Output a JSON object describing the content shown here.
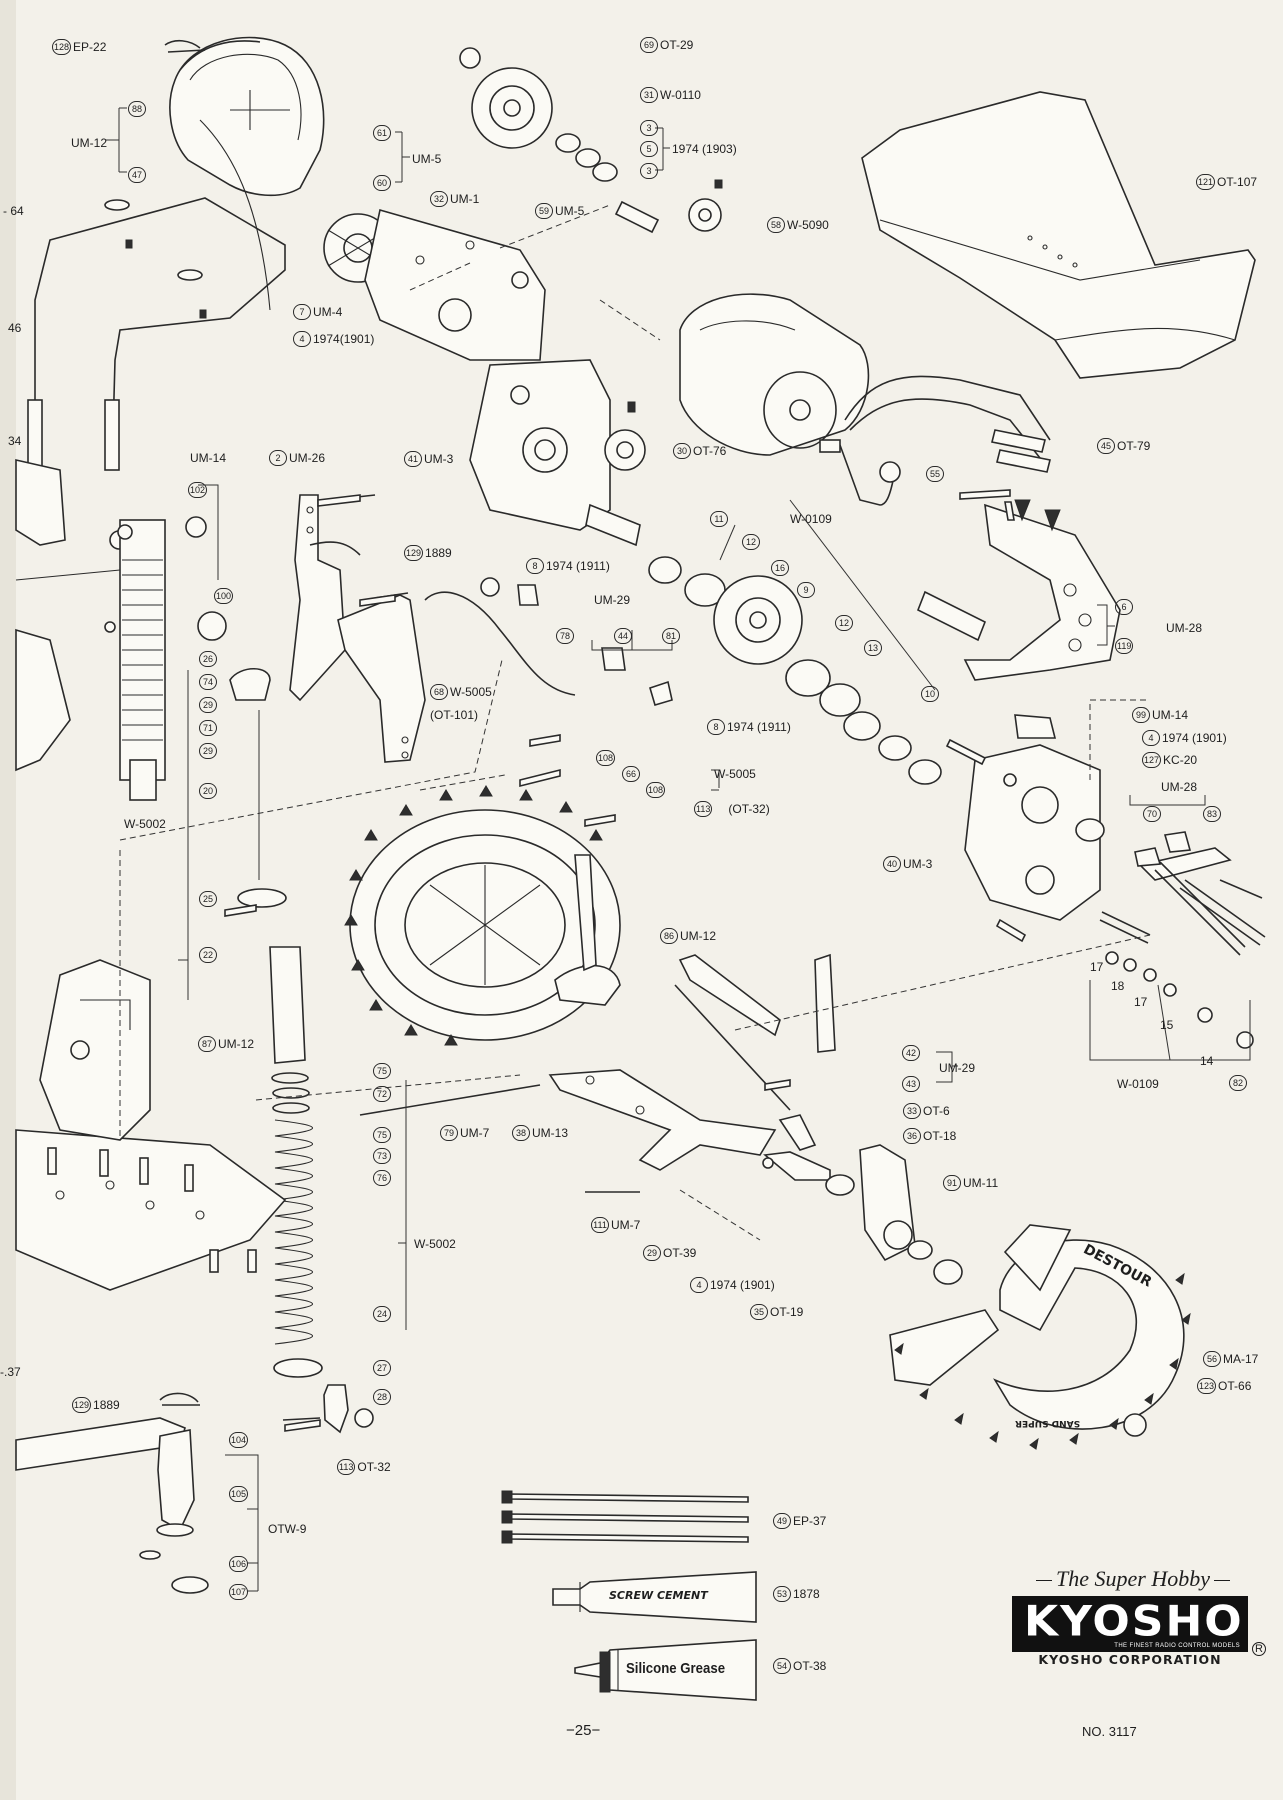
{
  "callouts": [
    {
      "id": "c1",
      "num": "128",
      "code": "EP-22"
    },
    {
      "id": "c2",
      "num": "69",
      "code": "OT-29"
    },
    {
      "id": "c3",
      "num": "31",
      "code": "W-0110"
    },
    {
      "id": "c4",
      "num": "3",
      "code": ""
    },
    {
      "id": "c5",
      "num": "5",
      "code": "1974 (1903)"
    },
    {
      "id": "c6",
      "num": "3",
      "code": ""
    },
    {
      "id": "c7",
      "num": "88",
      "code": ""
    },
    {
      "id": "c8",
      "num": "",
      "code": "UM-12"
    },
    {
      "id": "c9",
      "num": "47",
      "code": ""
    },
    {
      "id": "c10",
      "num": "61",
      "code": ""
    },
    {
      "id": "c11",
      "num": "",
      "code": "UM-5"
    },
    {
      "id": "c12",
      "num": "60",
      "code": ""
    },
    {
      "id": "c13",
      "num": "121",
      "code": "OT-107"
    },
    {
      "id": "c14",
      "num": "32",
      "code": "UM-1"
    },
    {
      "id": "c15",
      "num": "59",
      "code": "UM-5"
    },
    {
      "id": "c16",
      "num": "58",
      "code": "W-5090"
    },
    {
      "id": "c17",
      "num": "",
      "code": "- 64"
    },
    {
      "id": "c18",
      "num": "",
      "code": "46"
    },
    {
      "id": "c19",
      "num": "7",
      "code": "UM-4"
    },
    {
      "id": "c20",
      "num": "4",
      "code": "1974(1901)"
    },
    {
      "id": "c21",
      "num": "",
      "code": "34"
    },
    {
      "id": "c22",
      "num": "45",
      "code": "OT-79"
    },
    {
      "id": "c23",
      "num": "",
      "code": "UM-14"
    },
    {
      "id": "c24",
      "num": "2",
      "code": "UM-26"
    },
    {
      "id": "c25",
      "num": "41",
      "code": "UM-3"
    },
    {
      "id": "c26",
      "num": "30",
      "code": "OT-76"
    },
    {
      "id": "c27",
      "num": "55",
      "code": ""
    },
    {
      "id": "c28",
      "num": "102",
      "code": ""
    },
    {
      "id": "c29",
      "num": "11",
      "code": "W-0109"
    },
    {
      "id": "c30",
      "num": "129",
      "code": "1889"
    },
    {
      "id": "c31",
      "num": "8",
      "code": "1974 (1911)"
    },
    {
      "id": "c32",
      "num": "12",
      "code": ""
    },
    {
      "id": "c33",
      "num": "16",
      "code": ""
    },
    {
      "id": "c34",
      "num": "9",
      "code": ""
    },
    {
      "id": "c35",
      "num": "100",
      "code": ""
    },
    {
      "id": "c36",
      "num": "",
      "code": "UM-29"
    },
    {
      "id": "c37",
      "num": "78",
      "code": ""
    },
    {
      "id": "c38",
      "num": "44",
      "code": ""
    },
    {
      "id": "c39",
      "num": "81",
      "code": ""
    },
    {
      "id": "c40",
      "num": "6",
      "code": ""
    },
    {
      "id": "c41",
      "num": "",
      "code": "UM-28"
    },
    {
      "id": "c42",
      "num": "119",
      "code": ""
    },
    {
      "id": "c43",
      "num": "12",
      "code": ""
    },
    {
      "id": "c44",
      "num": "13",
      "code": ""
    },
    {
      "id": "c45",
      "num": "26",
      "code": ""
    },
    {
      "id": "c46",
      "num": "74",
      "code": ""
    },
    {
      "id": "c47",
      "num": "29",
      "code": ""
    },
    {
      "id": "c48",
      "num": "71",
      "code": ""
    },
    {
      "id": "c49",
      "num": "29",
      "code": ""
    },
    {
      "id": "c50",
      "num": "68",
      "code": "W-5005"
    },
    {
      "id": "c51",
      "num": "",
      "code": "(OT-101)"
    },
    {
      "id": "c52",
      "num": "10",
      "code": ""
    },
    {
      "id": "c53",
      "num": "8",
      "code": "1974 (1911)"
    },
    {
      "id": "c54",
      "num": "99",
      "code": "UM-14"
    },
    {
      "id": "c55",
      "num": "4",
      "code": "1974 (1901)"
    },
    {
      "id": "c56",
      "num": "127",
      "code": "KC-20"
    },
    {
      "id": "c57",
      "num": "20",
      "code": ""
    },
    {
      "id": "c58",
      "num": "108",
      "code": ""
    },
    {
      "id": "c59",
      "num": "66",
      "code": "W-5005"
    },
    {
      "id": "c60",
      "num": "108",
      "code": ""
    },
    {
      "id": "c61",
      "num": "113",
      "code": "(OT-32)"
    },
    {
      "id": "c62",
      "num": "",
      "code": "UM-28"
    },
    {
      "id": "c63",
      "num": "70",
      "code": ""
    },
    {
      "id": "c64",
      "num": "83",
      "code": ""
    },
    {
      "id": "c65",
      "num": "",
      "code": "W-5002"
    },
    {
      "id": "c66",
      "num": "40",
      "code": "UM-3"
    },
    {
      "id": "c67",
      "num": "25",
      "code": ""
    },
    {
      "id": "c68",
      "num": "22",
      "code": ""
    },
    {
      "id": "c69",
      "num": "86",
      "code": "UM-12"
    },
    {
      "id": "c70",
      "num": "",
      "code": "17"
    },
    {
      "id": "c71",
      "num": "",
      "code": "18"
    },
    {
      "id": "c72",
      "num": "",
      "code": "17"
    },
    {
      "id": "c73",
      "num": "",
      "code": "15"
    },
    {
      "id": "c74",
      "num": "",
      "code": "14"
    },
    {
      "id": "c75",
      "num": "82",
      "code": ""
    },
    {
      "id": "c76",
      "num": "",
      "code": "W-0109"
    },
    {
      "id": "c77",
      "num": "87",
      "code": "UM-12"
    },
    {
      "id": "c78",
      "num": "42",
      "code": ""
    },
    {
      "id": "c79",
      "num": "",
      "code": "UM-29"
    },
    {
      "id": "c80",
      "num": "43",
      "code": ""
    },
    {
      "id": "c81",
      "num": "75",
      "code": ""
    },
    {
      "id": "c82",
      "num": "72",
      "code": ""
    },
    {
      "id": "c83",
      "num": "75",
      "code": ""
    },
    {
      "id": "c84",
      "num": "73",
      "code": ""
    },
    {
      "id": "c85",
      "num": "76",
      "code": ""
    },
    {
      "id": "c86",
      "num": "79",
      "code": "UM-7"
    },
    {
      "id": "c87",
      "num": "38",
      "code": "UM-13"
    },
    {
      "id": "c88",
      "num": "33",
      "code": "OT-6"
    },
    {
      "id": "c89",
      "num": "36",
      "code": "OT-18"
    },
    {
      "id": "c90",
      "num": "91",
      "code": "UM-11"
    },
    {
      "id": "c91",
      "num": "111",
      "code": "UM-7"
    },
    {
      "id": "c92",
      "num": "29",
      "code": "OT-39"
    },
    {
      "id": "c93",
      "num": "",
      "code": "W-5002"
    },
    {
      "id": "c94",
      "num": "4",
      "code": "1974 (1901)"
    },
    {
      "id": "c95",
      "num": "35",
      "code": "OT-19"
    },
    {
      "id": "c96",
      "num": "24",
      "code": ""
    },
    {
      "id": "c97",
      "num": "56",
      "code": "MA-17"
    },
    {
      "id": "c98",
      "num": "123",
      "code": "OT-66"
    },
    {
      "id": "c99",
      "num": "27",
      "code": ""
    },
    {
      "id": "c100",
      "num": "28",
      "code": ""
    },
    {
      "id": "c101",
      "num": "",
      "code": "-.37"
    },
    {
      "id": "c102",
      "num": "129",
      "code": "1889"
    },
    {
      "id": "c103",
      "num": "113",
      "code": "OT-32"
    },
    {
      "id": "c104",
      "num": "104",
      "code": ""
    },
    {
      "id": "c105",
      "num": "105",
      "code": ""
    },
    {
      "id": "c106",
      "num": "",
      "code": "OTW-9"
    },
    {
      "id": "c107",
      "num": "106",
      "code": ""
    },
    {
      "id": "c108",
      "num": "107",
      "code": ""
    },
    {
      "id": "c109",
      "num": "49",
      "code": "EP-37"
    },
    {
      "id": "c110",
      "num": "53",
      "code": "1878"
    },
    {
      "id": "c111",
      "num": "54",
      "code": "OT-38"
    }
  ],
  "tire_text": "DESTOUR",
  "tire_text_2": "SAND SUPER",
  "tubes": {
    "screw_cement": "SCREW CEMENT",
    "silicone_grease": "Silicone Grease"
  },
  "logo": {
    "tagline": "The Super Hobby",
    "brand": "KYOSHO",
    "motto": "THE FINEST RADIO CONTROL MODELS",
    "corporation": "KYOSHO CORPORATION",
    "registered": "R"
  },
  "page_number": "−25−",
  "doc_number": "NO. 3117"
}
